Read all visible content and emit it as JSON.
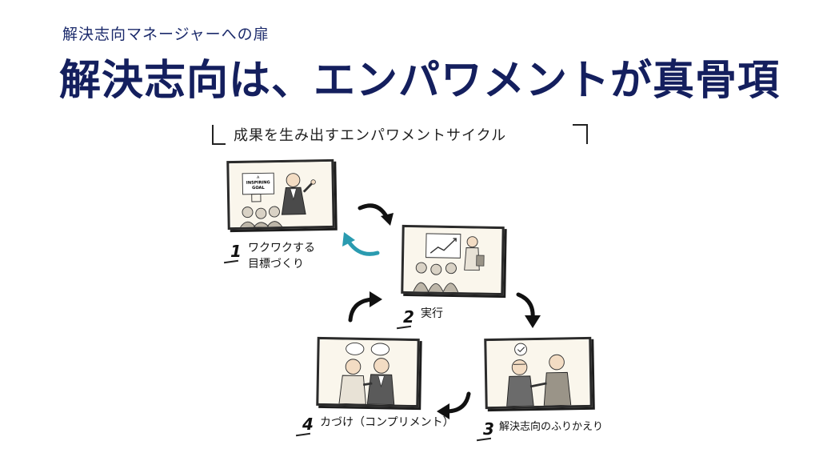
{
  "header": {
    "kicker": "解決志向マネージャーへの扉",
    "headline": "解決志向は、エンパワメントが真骨項"
  },
  "cycle": {
    "title": "成果を生み出すエンパワメントサイクル",
    "steps": [
      {
        "number": "1",
        "label_line1": "ワクワクする",
        "label_line2": "目標づくり",
        "illustration_sign_line1": "A",
        "illustration_sign_line2": "INSPIRING",
        "illustration_sign_line3": "GOAL"
      },
      {
        "number": "2",
        "label_line1": "実行"
      },
      {
        "number": "3",
        "label_line1": "解決志向のふりかえり"
      },
      {
        "number": "4",
        "label_line1": "カづけ（コンプリメント）"
      }
    ]
  },
  "colors": {
    "headline": "#141f5e",
    "kicker": "#1b2a6b",
    "accent_arrow": "#2a9bb0",
    "arrow": "#111111"
  }
}
